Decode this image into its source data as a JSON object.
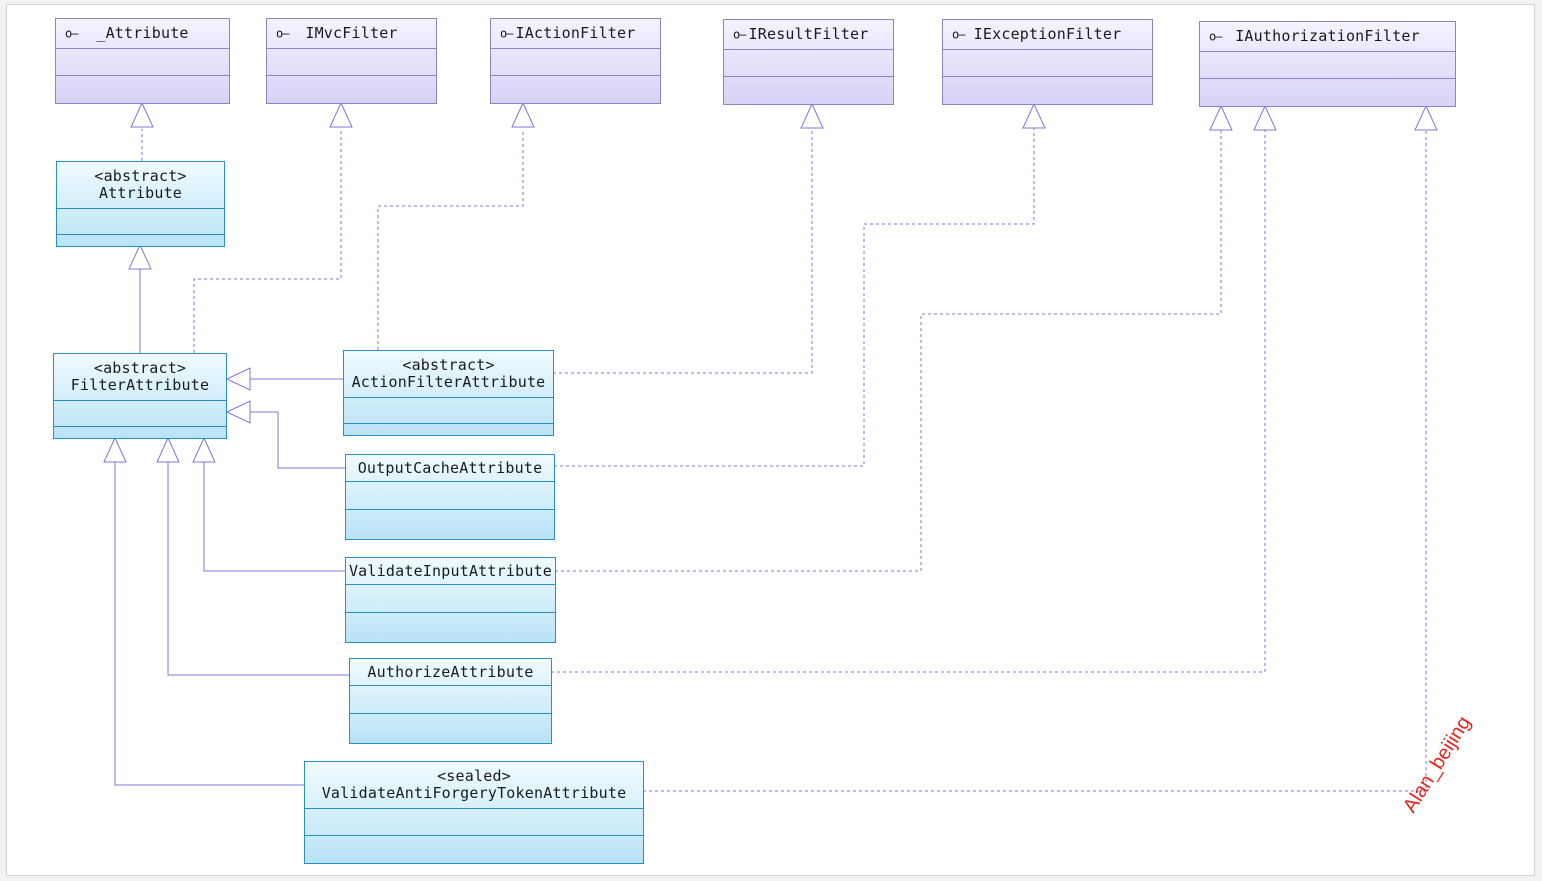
{
  "interfaces": [
    {
      "id": "attribute_iface",
      "name": "_Attribute"
    },
    {
      "id": "imvcfilter",
      "name": "IMvcFilter"
    },
    {
      "id": "iactionfilter",
      "name": "IActionFilter"
    },
    {
      "id": "iresultfilter",
      "name": "IResultFilter"
    },
    {
      "id": "iexceptionfilter",
      "name": "IExceptionFilter"
    },
    {
      "id": "iauthorizationfilter",
      "name": "IAuthorizationFilter"
    }
  ],
  "classes": [
    {
      "id": "attribute",
      "stereotype": "<abstract>",
      "name": "Attribute"
    },
    {
      "id": "filterattribute",
      "stereotype": "<abstract>",
      "name": "FilterAttribute"
    },
    {
      "id": "actionfilterattribute",
      "stereotype": "<abstract>",
      "name": "ActionFilterAttribute"
    },
    {
      "id": "outputcacheattribute",
      "stereotype": "",
      "name": "OutputCacheAttribute"
    },
    {
      "id": "validateinputattribute",
      "stereotype": "",
      "name": "ValidateInputAttribute"
    },
    {
      "id": "authorizeattribute",
      "stereotype": "",
      "name": "AuthorizeAttribute"
    },
    {
      "id": "validateantiforgerytokenattribute",
      "stereotype": "<sealed>",
      "name": "ValidateAntiForgeryTokenAttribute"
    }
  ],
  "interface_symbol": "o—",
  "watermark": "Alan_beijing",
  "colors": {
    "interface_border": "#8a84cc",
    "class_border": "#2a8fc9",
    "realization_line": "#7d78d8",
    "generalization_line": "#7d78d8",
    "watermark": "#e8231a"
  }
}
